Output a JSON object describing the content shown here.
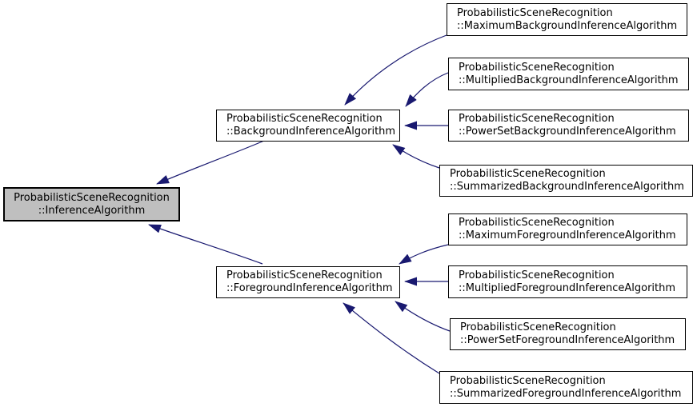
{
  "diagram": {
    "type": "class-inheritance-graph",
    "orientation": "left-to-right",
    "arrow_direction": "derived-to-base",
    "edges": [
      {
        "from": "background-inference",
        "to": "inference"
      },
      {
        "from": "foreground-inference",
        "to": "inference"
      },
      {
        "from": "maximum-background",
        "to": "background-inference"
      },
      {
        "from": "multiplied-background",
        "to": "background-inference"
      },
      {
        "from": "powerset-background",
        "to": "background-inference"
      },
      {
        "from": "summarized-background",
        "to": "background-inference"
      },
      {
        "from": "maximum-foreground",
        "to": "foreground-inference"
      },
      {
        "from": "multiplied-foreground",
        "to": "foreground-inference"
      },
      {
        "from": "powerset-foreground",
        "to": "foreground-inference"
      },
      {
        "from": "summarized-foreground",
        "to": "foreground-inference"
      }
    ]
  },
  "nodes": [
    {
      "id": "inference",
      "line1": "ProbabilisticSceneRecognition",
      "line2": "::InferenceAlgorithm",
      "highlighted": true
    },
    {
      "id": "background-inference",
      "line1": "ProbabilisticSceneRecognition",
      "line2": "::BackgroundInferenceAlgorithm",
      "highlighted": false
    },
    {
      "id": "foreground-inference",
      "line1": "ProbabilisticSceneRecognition",
      "line2": "::ForegroundInferenceAlgorithm",
      "highlighted": false
    },
    {
      "id": "maximum-background",
      "line1": "ProbabilisticSceneRecognition",
      "line2": "::MaximumBackgroundInferenceAlgorithm",
      "highlighted": false
    },
    {
      "id": "multiplied-background",
      "line1": "ProbabilisticSceneRecognition",
      "line2": "::MultipliedBackgroundInferenceAlgorithm",
      "highlighted": false
    },
    {
      "id": "powerset-background",
      "line1": "ProbabilisticSceneRecognition",
      "line2": "::PowerSetBackgroundInferenceAlgorithm",
      "highlighted": false
    },
    {
      "id": "summarized-background",
      "line1": "ProbabilisticSceneRecognition",
      "line2": "::SummarizedBackgroundInferenceAlgorithm",
      "highlighted": false
    },
    {
      "id": "maximum-foreground",
      "line1": "ProbabilisticSceneRecognition",
      "line2": "::MaximumForegroundInferenceAlgorithm",
      "highlighted": false
    },
    {
      "id": "multiplied-foreground",
      "line1": "ProbabilisticSceneRecognition",
      "line2": "::MultipliedForegroundInferenceAlgorithm",
      "highlighted": false
    },
    {
      "id": "powerset-foreground",
      "line1": "ProbabilisticSceneRecognition",
      "line2": "::PowerSetForegroundInferenceAlgorithm",
      "highlighted": false
    },
    {
      "id": "summarized-foreground",
      "line1": "ProbabilisticSceneRecognition",
      "line2": "::SummarizedForegroundInferenceAlgorithm",
      "highlighted": false
    }
  ],
  "colors": {
    "edge": "#191970",
    "border": "#000000",
    "node_fill": "#ffffff",
    "highlight_fill": "#bfbfbf",
    "background": "#ffffff",
    "text": "#000000"
  }
}
